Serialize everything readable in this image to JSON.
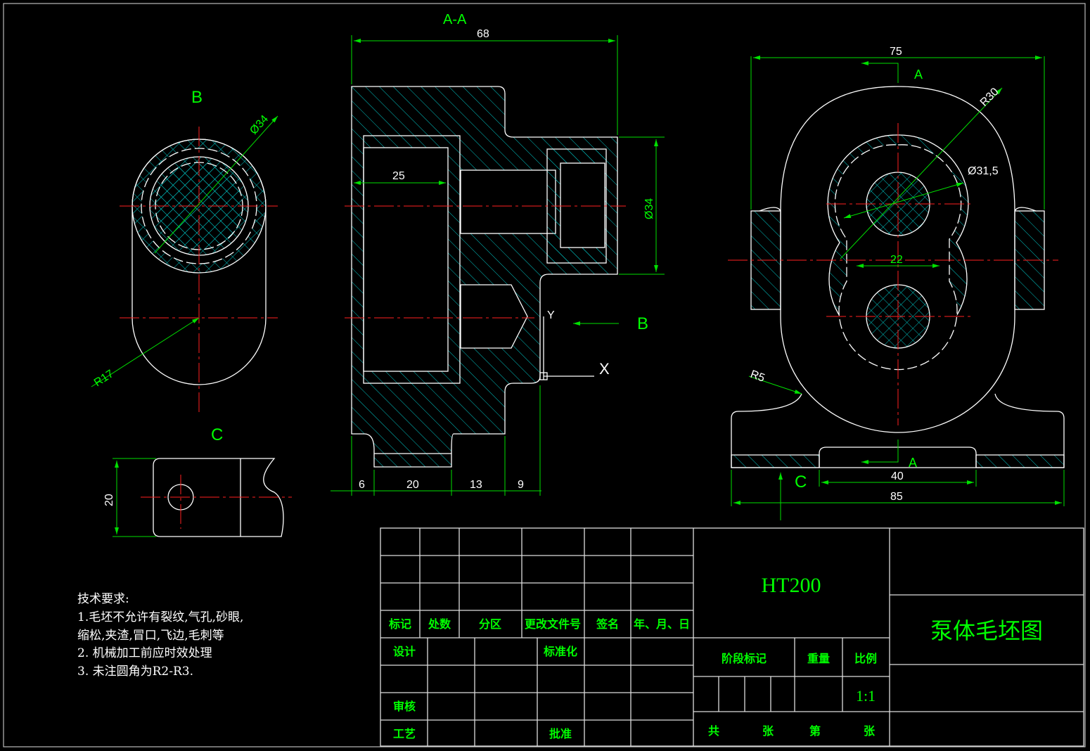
{
  "views": {
    "section_aa": {
      "title": "A-A",
      "dims": {
        "overall": "68",
        "bore_depth": "25",
        "dia": "Ø34",
        "d6": "6",
        "d20": "20",
        "d13": "13",
        "d9": "9"
      }
    },
    "view_b": {
      "title": "B",
      "dia": "Ø34",
      "radius": "R17"
    },
    "view_c": {
      "title": "C",
      "height": "20"
    },
    "front": {
      "width": "75",
      "section_mark_top": "A",
      "section_mark_bottom": "A",
      "r30": "R30",
      "d315": "Ø31,5",
      "center_dist": "22",
      "r5": "R5",
      "base_inner": "40",
      "base_width": "85",
      "arrow_b": "B",
      "arrow_c": "C"
    },
    "ucs": {
      "y": "Y",
      "x": "X"
    }
  },
  "notes": {
    "title": "技术要求:",
    "lines": [
      "1.毛坯不允许有裂纹,气孔,砂眼,",
      "缩松,夹渣,冒口,飞边,毛刺等",
      "2. 机械加工前应时效处理",
      "3. 未注圆角为R2-R3."
    ]
  },
  "title_block": {
    "headers": [
      "标记",
      "处数",
      "分区",
      "更改文件号",
      "签名",
      "年、月、日"
    ],
    "design": "设计",
    "standardize": "标准化",
    "review": "审核",
    "process": "工艺",
    "approve": "批准",
    "material": "HT200",
    "stage_mark": "阶段标记",
    "weight": "重量",
    "scale_label": "比例",
    "scale": "1:1",
    "total": "共",
    "sheets": "张",
    "sheet_no": "第",
    "sheets2": "张",
    "drawing_title": "泵体毛坯图"
  },
  "colors": {
    "text": "#00ff00",
    "hatch": "#00c8c8",
    "center": "#ff2020",
    "line": "#ffffff"
  }
}
